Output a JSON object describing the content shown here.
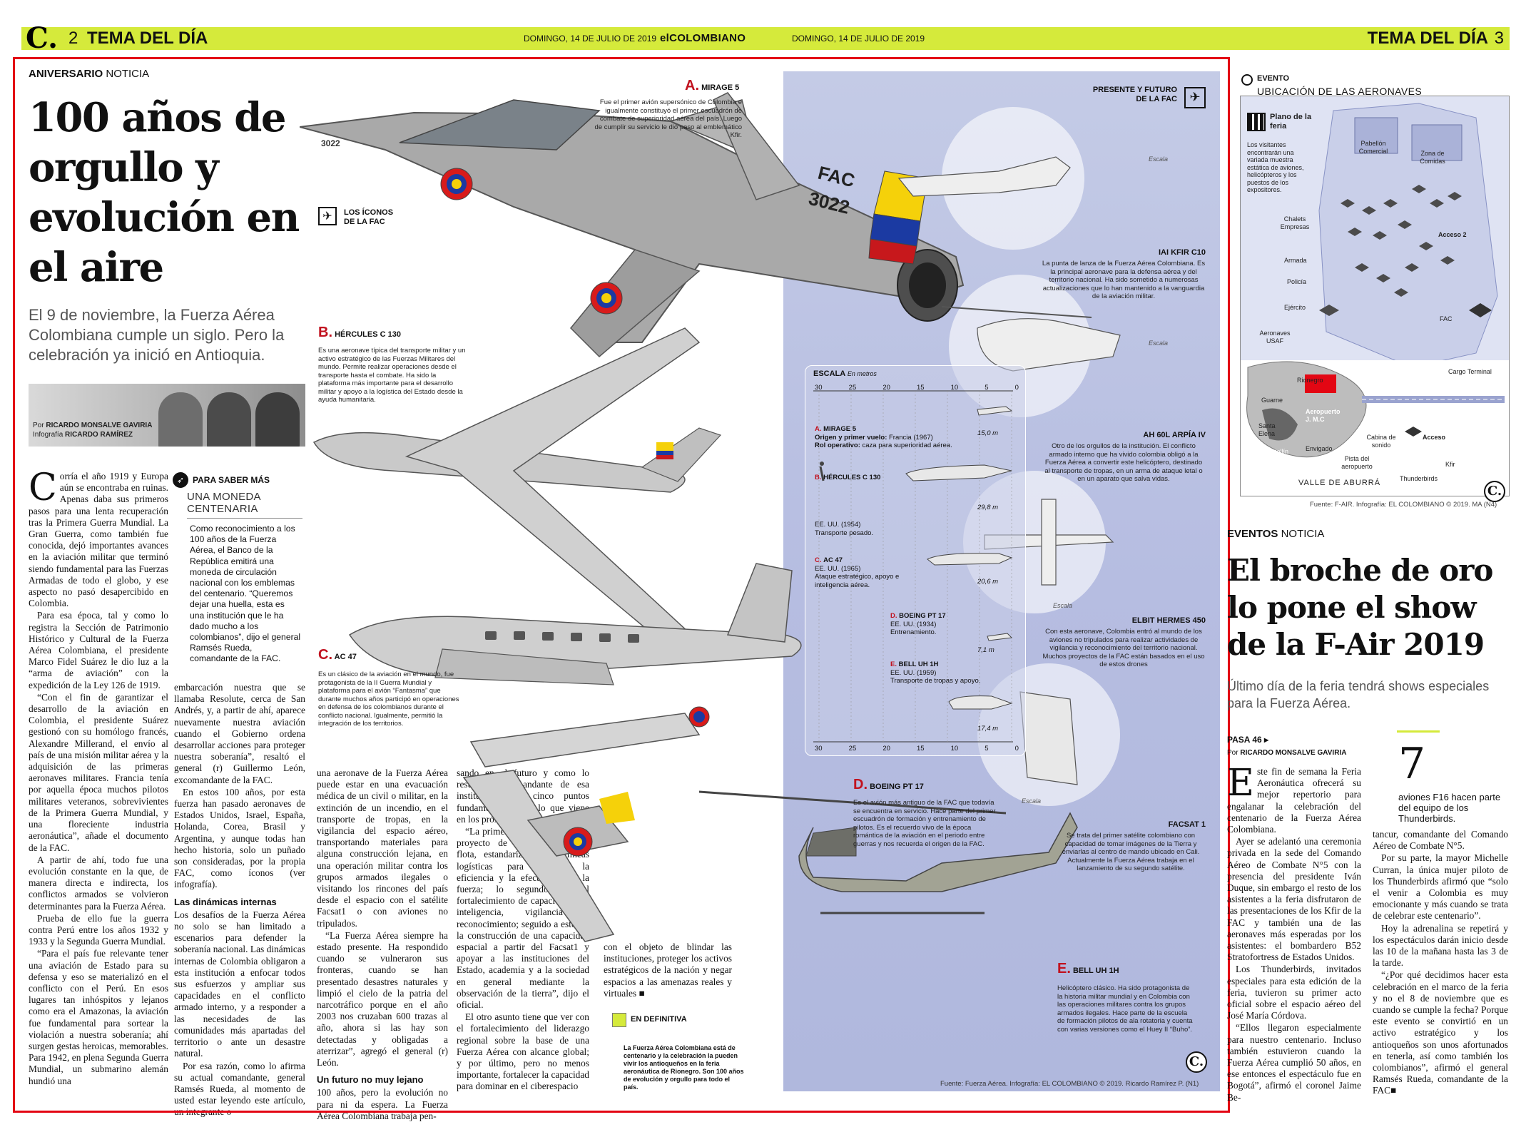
{
  "header": {
    "logo": "C.",
    "page_left": "2",
    "section_left": "TEMA DEL DÍA",
    "date_left": "DOMINGO, 14 DE JULIO DE 2019",
    "paper": "elCOLOMBIANO",
    "date_right": "DOMINGO, 14 DE JULIO DE 2019",
    "section_right": "TEMA DEL DÍA",
    "page_right": "3"
  },
  "article": {
    "kicker_bold": "ANIVERSARIO",
    "kicker_rest": " NOTICIA",
    "headline": "100 años de orgullo y evolución en el aire",
    "subhead": "El 9 de noviembre, la Fuerza Aérea Colombiana cumple un siglo. Pero la celebración ya inició en Antioquia.",
    "byline_por": "Por ",
    "byline_author": "RICARDO MONSALVE GAVIRIA",
    "byline_info": "Infografía ",
    "byline_infographer": "RICARDO RAMÍREZ",
    "col1": [
      "orría el año 1919 y Europa aún se encontraba en ruinas. Apenas daba sus primeros pasos para una lenta recuperación tras la Primera Guerra Mundial. La Gran Guerra, como también fue conocida, dejó importantes avances en la aviación militar que terminó siendo fundamental para las Fuerzas Armadas de todo el globo, y ese aspecto no pasó desapercibido en Colombia.",
      "Para esa época, tal y como lo registra la Sección de Patrimonio Histórico y Cultural de la Fuerza Aérea Colombiana, el presidente Marco Fidel Suárez le dio luz a la “arma de aviación” con la expedición de la Ley 126 de 1919.",
      "“Con el fin de garantizar el desarrollo de la aviación en Colombia, el presidente Suárez gestionó con su homólogo francés, Alexandre Millerand, el envío al país de una misión militar aérea y la adquisición de las primeras aeronaves militares. Francia tenía por aquella época muchos pilotos militares veteranos, sobrevivientes de la Primera Guerra Mundial, y una floreciente industria aeronáutica”, añade el documento de la FAC.",
      "A partir de ahí, todo fue una evolución constante en la que, de manera directa e indirecta, los conflictos armados se volvieron determinantes para la Fuerza Aérea.",
      "Prueba de ello fue la guerra contra Perú entre los años 1932 y 1933 y la Segunda Guerra Mundial.",
      "“Para el país fue relevante tener una aviación de Estado para su defensa y eso se materializó en el conflicto con el Perú. En esos lugares tan inhóspitos y lejanos como era el Amazonas, la aviación fue fundamental para sortear la violación a nuestra soberanía; ahí surgen gestas heroicas, memorables. Para 1942, en plena Segunda Guerra Mundial, un submarino alemán hundió una"
    ],
    "dropcap": "C",
    "sidebar_kicker": "PARA SABER MÁS",
    "sidebar_title": "UNA MONEDA CENTENARIA",
    "sidebar_text": "Como reconocimiento a los 100 años de la Fuerza Aérea, el Banco de la República emitirá una moneda de circulación nacional con los emblemas del centenario. “Queremos dejar una huella, esta es una institución que le ha dado mucho a los colombianos”, dijo el general Ramsés Rueda, comandante de la FAC.",
    "col2": [
      "embarcación nuestra que se llamaba Resolute, cerca de San Andrés, y, a partir de ahí, aparece nuevamente nuestra aviación cuando el Gobierno ordena desarrollar acciones para proteger nuestra soberanía”, resaltó el general (r) Guillermo León, excomandante de la FAC.",
      "En estos 100 años, por esta fuerza han pasado aeronaves de Estados Unidos, Israel, España, Holanda, Corea, Brasil y Argentina, y aunque todas han hecho historia, solo un puñado son consideradas, por la propia FAC, como íconos (ver infografía)."
    ],
    "col2_sub": "Las dinámicas internas",
    "col2b": [
      "Los desafíos de la Fuerza Aérea no solo se han limitado a escenarios para defender la soberanía nacional. Las dinámicas internas de Colombia obligaron a esta institución a enfocar todos sus esfuerzos y ampliar sus capacidades en el conflicto armado interno, y a responder a las necesidades de las comunidades más apartadas del territorio o ante un desastre natural.",
      "Por esa razón, como lo afirma su actual comandante, general Ramsés Rueda, al momento de usted estar leyendo este artículo, un integrante o"
    ],
    "col3": [
      "una aeronave de la Fuerza Aérea puede estar en una evacuación médica de un civil o militar, en la extinción de un incendio, en el transporte de tropas, en la vigilancia del espacio aéreo, transportando materiales para alguna construcción lejana, en una operación militar contra los grupos armados ilegales o visitando los rincones del país desde el espacio con el satélite Facsat1 o con aviones no tripulados.",
      "“La Fuerza Aérea siempre ha estado presente. Ha respondido cuando se vulneraron sus fronteras, cuando se han presentado desastres naturales y limpió el cielo de la patria del narcotráfico porque en el año 2003 nos cruzaban 600 trazas al año, ahora si las hay son detectadas y obligadas a aterrizar”, agregó el general (r) León."
    ],
    "col3_sub": "Un futuro no muy lejano",
    "col3b": [
      "100 años, pero la evolución no para ni da espera. La Fuerza Aérea Colombiana trabaja pen-"
    ],
    "col4": [
      "sando en el futuro y como lo resume el comandante de esa institución, son cinco puntos fundamentales para lo que viene en los próximos 10 años.",
      "“La primera es construir todo el proyecto de modernización de flota, estandarización de líneas logísticas para mejorar la eficiencia y la efectividad de la fuerza; lo segundo es el fortalecimiento de capacidades de inteligencia, vigilancia y reconocimiento; seguido a esto, es la construcción de una capacidad espacial a partir del Facsat1 y apoyar a las instituciones del Estado, academia y a la sociedad en general mediante la observación de la tierra”, dijo el oficial.",
      "El otro asunto tiene que ver con el fortalecimiento del liderazgo regional sobre la base de una Fuerza Aérea con alcance global; y por último, pero no menos importante, fortalecer la capacidad para dominar en el ciberespacio"
    ],
    "col5": [
      "con el objeto de blindar las instituciones, proteger los activos estratégicos de la nación y negar espacios a las amenazas reales y virtuales ■"
    ]
  },
  "infographic": {
    "icons_title": "LOS ÍCONOS DE LA FAC",
    "future_title": "PRESENTE Y FUTURO DE LA FAC",
    "jet_serial": "FAC 3022",
    "jet_tail": "3022",
    "a_letter": "A.",
    "a_title": "MIRAGE 5",
    "a_text": "Fue el primer avión supersónico de Colombia e igualmente constituyó el primer escuadrón de combate de superioridad aérea del país. Luego de cumplir su servicio le dio paso al emblemático Kfir.",
    "b_letter": "B.",
    "b_title": "HÉRCULES C 130",
    "b_text": "Es una aeronave típica del transporte militar y un activo estratégico de las Fuerzas Militares del mundo. Permite realizar operaciones desde el transporte hasta el combate. Ha sido la plataforma más importante para el desarrollo militar y apoyo a la logística del Estado desde la ayuda humanitaria.",
    "c_letter": "C.",
    "c_title": "AC 47",
    "c_text": "Es un clásico de la aviación en el mundo, fue protagonista de la II Guerra Mundial y plataforma para el avión “Fantasma” que durante muchos años participó en operaciones en defensa de los colombianos durante el conflicto nacional. Igualmente, permitió la integración de los territorios.",
    "d_letter": "D.",
    "d_title": "BOEING PT 17",
    "d_text": "Es el avión más antiguo de la FAC que todavía se encuentra en servicio. Hace parte del primer escuadrón de formación y entrenamiento de pilotos. Es el recuerdo vivo de la época romántica de la aviación en el periodo entre guerras y nos recuerda el origen de la FAC.",
    "e_letter": "E.",
    "e_title": "BELL UH 1H",
    "e_text": "Helicóptero clásico. Ha sido protagonista de la historia militar mundial y en Colombia con las operaciones militares contra los grupos armados ilegales. Hace parte de la escuela de formación pilotos de ala rotatoria y cuenta con varias versiones como el Huey II “Buho”.",
    "kfir_title": "IAI KFIR C10",
    "kfir_text": "La punta de lanza de la Fuerza Aérea Colombiana. Es la principal aeronave para la defensa aérea y del territorio nacional. Ha sido sometido a numerosas actualizaciones que lo han mantenido a la vanguardia de la aviación militar.",
    "arpia_title": "AH 60L ARPÍA IV",
    "arpia_text": "Otro de los orgullos de la institución. El conflicto armado interno que ha vivido colombia obligó a la Fuerza Aérea a convertir este helicóptero, destinado al transporte de tropas, en un arma de ataque letal o en un aparato que salva vidas.",
    "hermes_title": "ELBIT HERMES 450",
    "hermes_text": "Con esta aeronave, Colombia entró al mundo de los aviones no tripulados para realizar actividades de vigilancia y reconocimiento del territorio nacional. Muchos proyectos de la FAC están basados en el uso de estos drones",
    "facsat_title": "FACSAT 1",
    "facsat_text": "Se trata del primer satélite colombiano con capacidad de tomar imágenes de la Tierra y enviarlas al centro de mando ubicado en Cali. Actualmente la Fuerza Aérea trabaja en el lanzamiento de su segundo satélite.",
    "escala_word": "Escala",
    "scale": {
      "title": "ESCALA",
      "units": "En metros",
      "ticks": [
        "30",
        "25",
        "20",
        "15",
        "10",
        "5",
        "0"
      ],
      "entries": [
        {
          "letter": "A.",
          "name": "MIRAGE 5",
          "line1_label": "Origen y primer vuelo: ",
          "line1": "Francia (1967)",
          "line2_label": "Rol operativo: ",
          "line2": "caza para superioridad aérea.",
          "length": "15,0 m"
        },
        {
          "letter": "B.",
          "name": "HÉRCULES C 130",
          "line1": "EE. UU. (1954)",
          "line2": "Transporte pesado.",
          "length": "29,8 m"
        },
        {
          "letter": "C.",
          "name": "AC 47",
          "line1": "EE. UU. (1965)",
          "line2": "Ataque estratégico, apoyo e inteligencia aérea.",
          "length": "20,6 m"
        },
        {
          "letter": "D.",
          "name": "BOEING PT 17",
          "line1": "EE. UU. (1934)",
          "line2": "Entrenamiento.",
          "length": "7,1 m"
        },
        {
          "letter": "E.",
          "name": "BELL UH 1H",
          "line1": "EE. UU. (1959)",
          "line2": "Transporte de tropas y apoyo.",
          "length": "17,4 m"
        }
      ]
    },
    "en_def_title": "EN DEFINITIVA",
    "en_def_text": "La Fuerza Aérea Colombiana está de centenario y la celebración la pueden vivir los antioqueños en la feria aeronáutica de Rionegro. Son 100 años de evolución y orgullo para todo el país.",
    "source": "Fuente: Fuerza Aérea. Infografía: EL COLOMBIANO © 2019. Ricardo Ramírez P. (N1)",
    "badge": "C."
  },
  "event_map": {
    "kicker": "EVENTO",
    "title": "UBICACIÓN DE LAS AERONAVES",
    "plan_title": "Plano de la feria",
    "plan_text": "Los visitantes encontrarán una variada muestra estática de aviones, helicópteros y los puestos de los expositores.",
    "labels": {
      "pabellon": "Pabellón Comercial",
      "zona": "Zona de Comidas",
      "chalets": "Chalets Empresas",
      "acceso2": "Acceso 2",
      "armada": "Armada",
      "policia": "Policía",
      "ejercito": "Ejército",
      "fac": "FAC",
      "usaf": "Aeronaves USAF",
      "cargo": "Cargo Terminal",
      "rionegro": "Rionegro",
      "guarne": "Guarne",
      "santa_elena": "Santa Elena",
      "aeropuerto": "Aeropuerto J. M.C",
      "medellin": "Medellín",
      "envigado": "Envigado",
      "cabina": "Cabina de sonido",
      "acceso": "Acceso",
      "pista": "Pista del aeropuerto",
      "kfir": "Kfir",
      "thunderbirds": "Thunderbirds",
      "valle": "VALLE DE ABURRÁ"
    },
    "source": "Fuente: F-AIR. Infografía: EL COLOMBIANO © 2019. MA (N4)",
    "badge": "C."
  },
  "event_article": {
    "kicker_bold": "EVENTOS",
    "kicker_rest": " NOTICIA",
    "headline": "El broche de oro lo pone el show de la F-Air 2019",
    "subhead": "Último día de la feria tendrá shows especiales para la Fuerza Aérea.",
    "pasa": "PASA 46 ▸",
    "byline_por": "Por ",
    "byline_author": "RICARDO MONSALVE GAVIRIA",
    "dropcap": "E",
    "col1": [
      "ste fin de semana la Feria Aeronáutica ofrecerá su mejor repertorio para engalanar la celebración del centenario de la Fuerza Aérea Colombiana.",
      "Ayer se adelantó una ceremonia privada en la sede del Comando Aéreo de Combate N°5 con la presencia del presidente Iván Duque, sin embargo el resto de los asistentes a la feria disfrutaron de las presentaciones de los Kfir de la FAC y también una de las aeronaves más esperadas por los asistentes: el bombardero B52 Stratofortress de Estados Unidos.",
      "Los Thunderbirds, invitados especiales para esta edición de la feria, tuvieron su primer acto oficial sobre el espacio aéreo del José María Córdova.",
      "“Ellos llegaron especialmente para nuestro centenario. Incluso también estuvieron cuando la Fuerza Aérea cumplió 50 años, en ese entonces el espectáculo fue en Bogotá”, afirmó el coronel Jaime Be-"
    ],
    "col2": [
      "tancur, comandante del Comando Aéreo de Combate N°5.",
      "Por su parte, la mayor Michelle Curran, la única mujer piloto de los Thunderbirds afirmó que “solo el venir a Colombia es muy emocionante y más cuando se trata de celebrar este centenario”.",
      "Hoy la adrenalina se repetirá y los espectáculos darán inicio desde las 10 de la mañana hasta las 3 de la tarde.",
      "“¿Por qué decidimos hacer esta celebración en el marco de la feria y no el 8 de noviembre que es cuando se cumple la fecha? Porque este evento se convirtió en un activo estratégico y los antioqueños son unos afortunados en tenerla, así como también los colombianos”, afirmó el general Ramsés Rueda, comandante de la FAC■"
    ],
    "big_number": "7",
    "big_number_caption": "aviones F16 hacen parte del equipo de los Thunderbirds."
  },
  "colors": {
    "band": "#d5ea3b",
    "frame": "#e30613",
    "accent_letter": "#c1121f",
    "info_bg": "#b6bde1"
  }
}
